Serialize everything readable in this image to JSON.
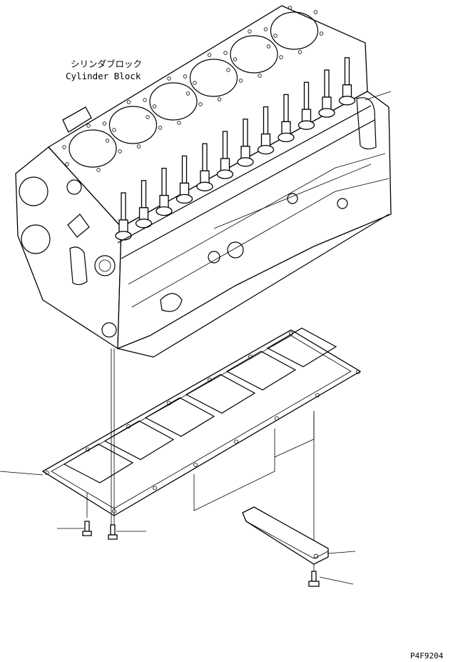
{
  "labels": {
    "block_jp": "シリンダブロック",
    "block_en": "Cylinder Block",
    "drawing_code": "P4F9204"
  },
  "diagram": {
    "cylinder_count": 6,
    "injector_count": 12,
    "oil_pan_bays": 6,
    "callouts": [
      "cylinder-block",
      "camshaft-end",
      "oil-pan-gasket",
      "bolt-left",
      "bolt-right",
      "support-bracket",
      "bracket-bolt"
    ]
  }
}
